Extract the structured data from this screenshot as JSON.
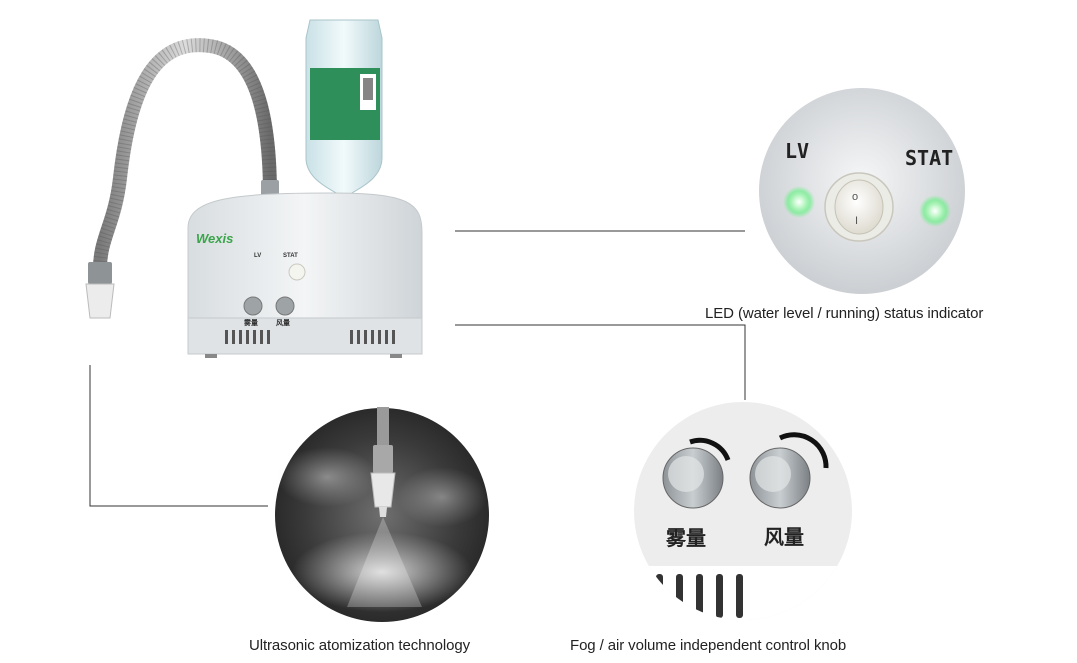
{
  "captions": {
    "led": "LED (water level / running) status indicator",
    "ultrasonic": "Ultrasonic atomization technology",
    "knob": "Fog / air volume independent control knob"
  },
  "device": {
    "brand": "Wexis",
    "lv_label": "LV",
    "stat_label": "STAT",
    "knob1_label": "雾量",
    "knob2_label": "风量"
  },
  "led_detail": {
    "lv_label": "LV",
    "stat_label": "STAT",
    "switch_off": "o",
    "switch_on": "I"
  },
  "knob_detail": {
    "knob1_label": "雾量",
    "knob2_label": "风量"
  },
  "colors": {
    "brand_green": "#3aa54a",
    "led_green": "#6ef08a",
    "line": "#333333"
  }
}
